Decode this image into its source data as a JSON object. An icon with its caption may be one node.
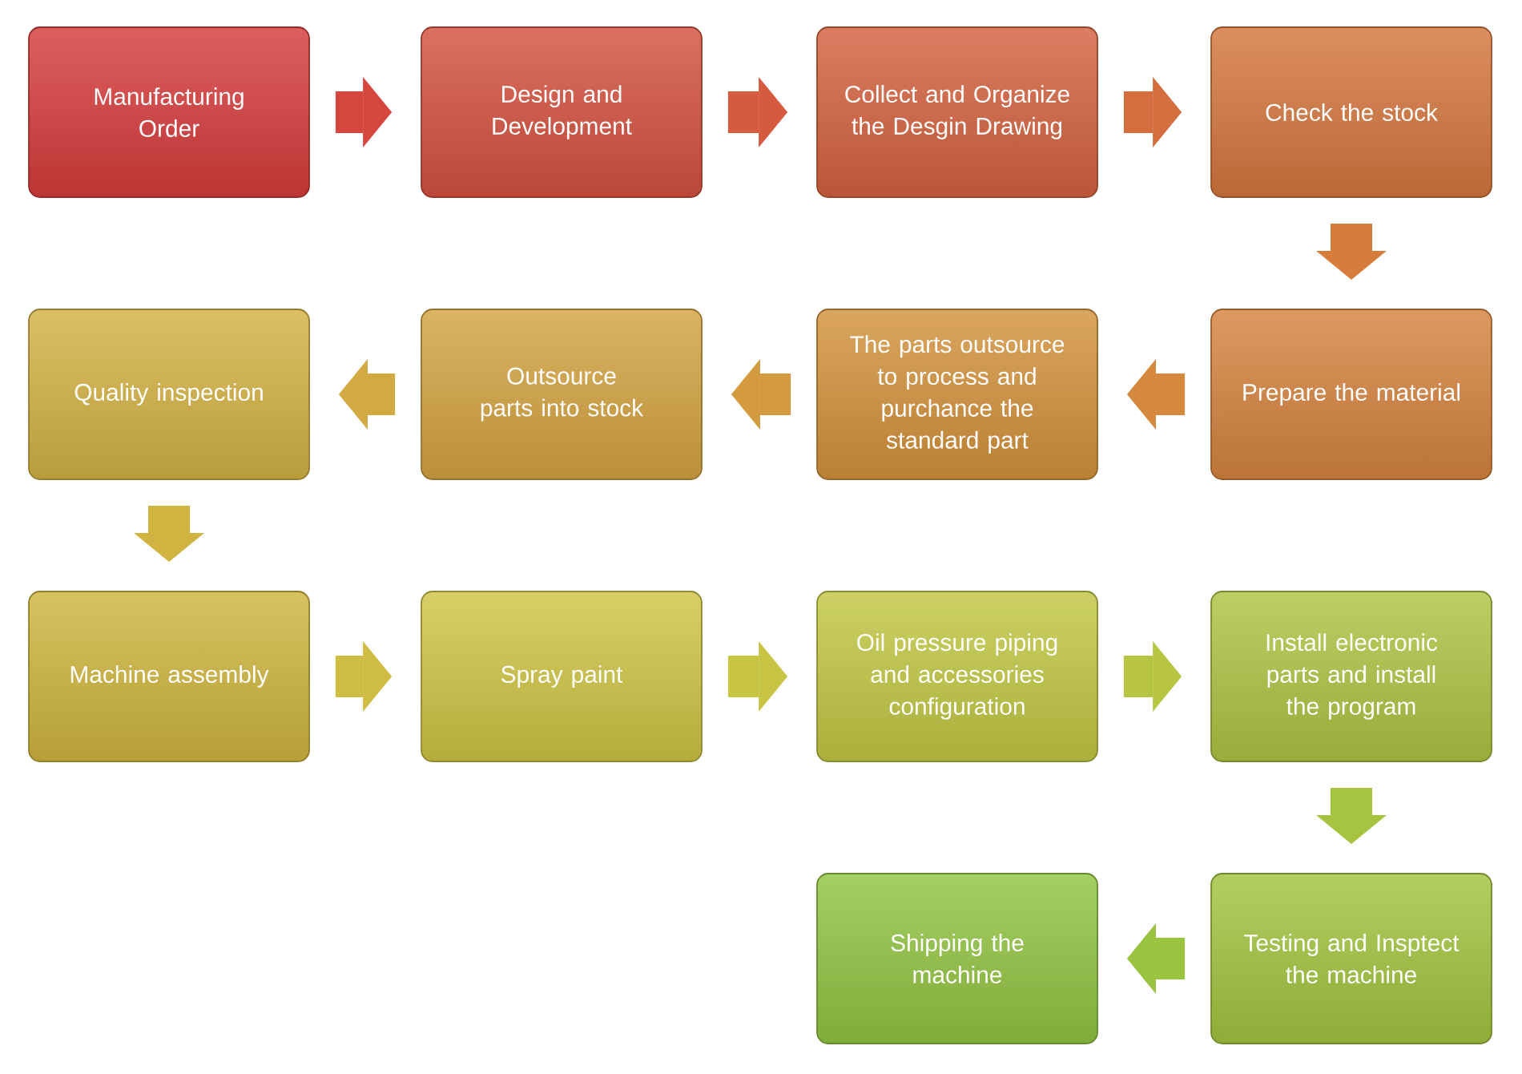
{
  "diagram": {
    "nodes": [
      {
        "text": [
          "Manufacturing Order"
        ]
      },
      {
        "text": [
          "Design and Development"
        ]
      },
      {
        "text": [
          "Collect and Organize the Desgin Drawing"
        ]
      },
      {
        "text": [
          "Check the stock"
        ]
      },
      {
        "text": [
          "Prepare the material"
        ]
      },
      {
        "text": [
          "The parts outsource to process and purchance the standard part"
        ]
      },
      {
        "text": [
          "Outsource parts into stock"
        ]
      },
      {
        "text": [
          "Quality inspection"
        ]
      },
      {
        "text": [
          "Machine assembly"
        ]
      },
      {
        "text": [
          "Spray paint"
        ]
      },
      {
        "text": [
          "Oil pressure piping and accessories configuration"
        ]
      },
      {
        "text": [
          "Install electronic parts and install the program"
        ]
      },
      {
        "text": [
          "Testing and Insptect the machine"
        ]
      },
      {
        "text": [
          "Shipping the machine"
        ]
      }
    ],
    "edges": [
      {
        "from": 0,
        "to": 1,
        "arrow": "to",
        "color": "#d5463e"
      },
      {
        "from": 1,
        "to": 2,
        "arrow": "to",
        "color": "#d55a3f"
      },
      {
        "from": 2,
        "to": 3,
        "arrow": "to",
        "color": "#d56e3f"
      },
      {
        "from": 3,
        "to": 4,
        "arrow": "to",
        "color": "#d67d3e"
      },
      {
        "from": 4,
        "to": 5,
        "arrow": "to",
        "color": "#d5893e"
      },
      {
        "from": 5,
        "to": 6,
        "arrow": "to",
        "color": "#d49a3e"
      },
      {
        "from": 6,
        "to": 7,
        "arrow": "to",
        "color": "#d3aa42"
      },
      {
        "from": 7,
        "to": 8,
        "arrow": "to",
        "color": "#d1b341"
      },
      {
        "from": 8,
        "to": 9,
        "arrow": "to",
        "color": "#cfbc42"
      },
      {
        "from": 9,
        "to": 10,
        "arrow": "to",
        "color": "#c8c544"
      },
      {
        "from": 10,
        "to": 11,
        "arrow": "to",
        "color": "#b7c543"
      },
      {
        "from": 11,
        "to": 12,
        "arrow": "to",
        "color": "#a7c441"
      },
      {
        "from": 12,
        "to": 13,
        "arrow": "to",
        "color": "#9ac440"
      }
    ]
  }
}
